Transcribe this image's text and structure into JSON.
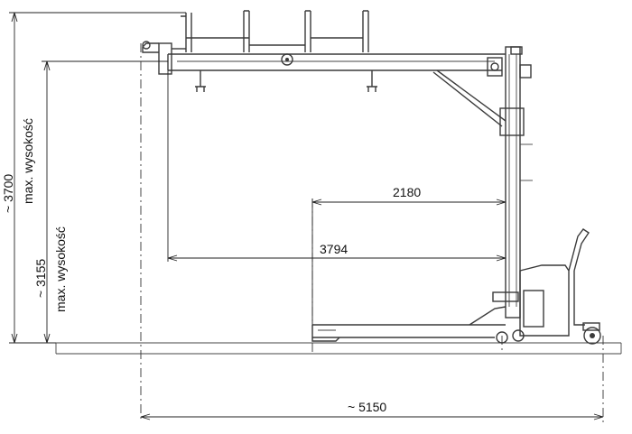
{
  "dimensions": {
    "top_arm_reach": "2180",
    "bottom_arm_reach": "3794",
    "overall_length": "~ 5150",
    "max_height_total": "~ 3700",
    "max_height_total_label": "max. wysokość",
    "max_height_arm": "~ 3155",
    "max_height_arm_label": "max. wysokość"
  }
}
